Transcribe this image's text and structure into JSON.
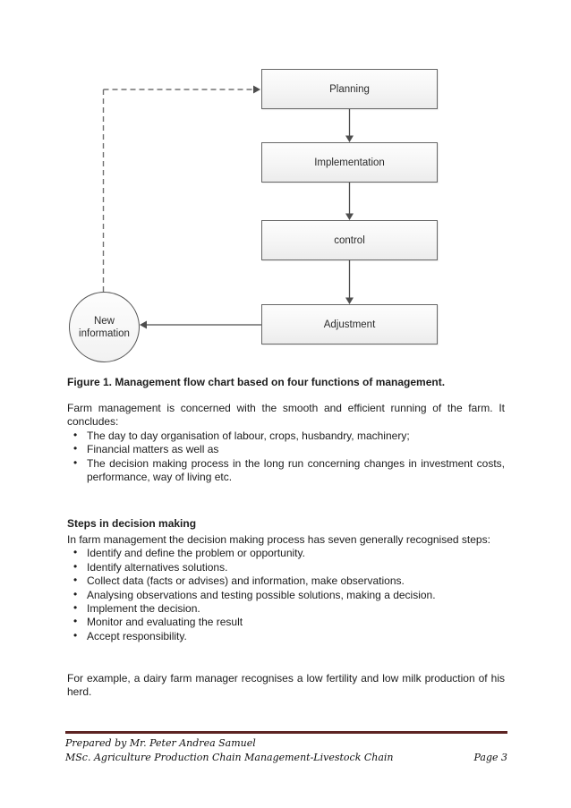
{
  "figure": {
    "nodes": [
      {
        "id": "planning",
        "label": "Planning"
      },
      {
        "id": "implementation",
        "label": "Implementation"
      },
      {
        "id": "control",
        "label": "control"
      },
      {
        "id": "adjustment",
        "label": "Adjustment"
      }
    ],
    "loop_node": {
      "label": "New information"
    },
    "caption": "Figure 1. Management flow chart based on four functions of management."
  },
  "intro": {
    "paragraph": "Farm management is concerned with the smooth and efficient running of the farm. It concludes:",
    "bullets": [
      "The day to day organisation of labour, crops, husbandry, machinery;",
      "Financial matters as well as",
      "The decision making process in the long run concerning changes in investment costs, performance, way of living etc."
    ]
  },
  "steps": {
    "heading": "Steps in decision making",
    "paragraph": "In farm management the decision making process has seven generally recognised steps:",
    "bullets": [
      "Identify and define the problem or opportunity.",
      "Identify alternatives solutions.",
      "Collect data (facts or advises) and information, make observations.",
      "Analysing observations and testing possible solutions, making a decision.",
      "Implement the decision.",
      "Monitor and  evaluating the result",
      "Accept responsibility."
    ]
  },
  "example_paragraph": "For example, a dairy farm manager recognises a low fertility and low milk production of his herd.",
  "footer": {
    "line1": "Prepared by Mr. Peter Andrea Samuel",
    "line2": "MSc. Agriculture Production Chain Management-Livestock Chain",
    "page_label": "Page 3"
  },
  "colors": {
    "box_border": "#666666",
    "box_fill_top": "#fdfdfd",
    "box_fill_bottom": "#ececec",
    "connector": "#4d4d4d",
    "dashed_line": "#707070",
    "footer_rule": "#5d2423",
    "text": "#1c1c1c"
  }
}
